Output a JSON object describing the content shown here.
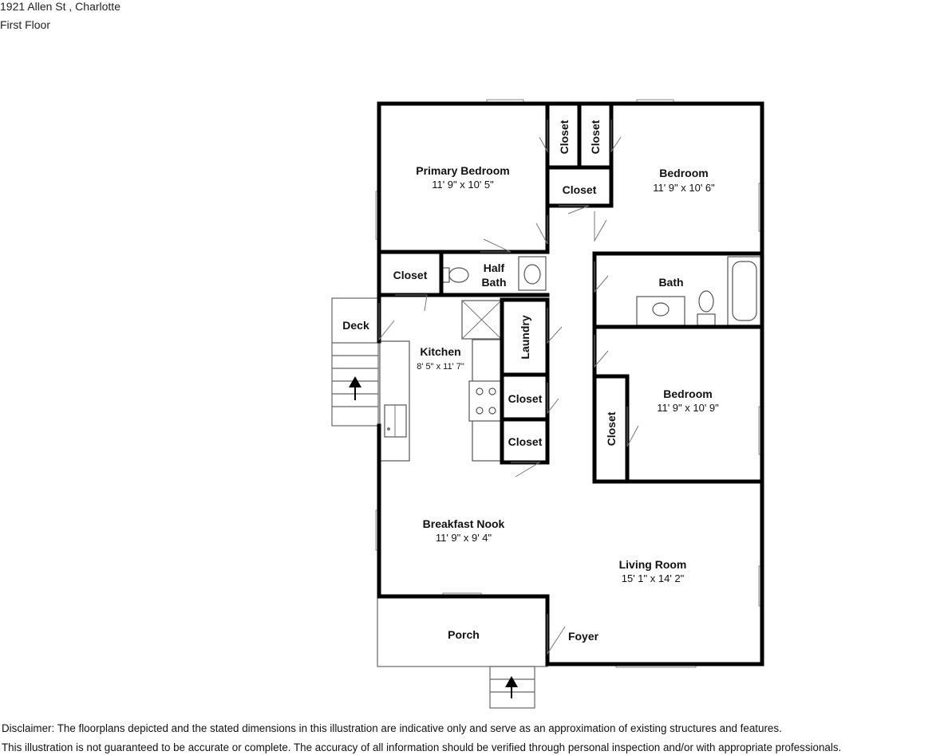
{
  "header": {
    "address": "1921 Allen St , Charlotte",
    "floor": "First Floor"
  },
  "rooms": {
    "primary_bedroom": {
      "name": "Primary Bedroom",
      "dims": "11' 9\" x 10' 5\""
    },
    "bedroom_1": {
      "name": "Bedroom",
      "dims": "11' 9\" x 10' 6\""
    },
    "bedroom_2": {
      "name": "Bedroom",
      "dims": "11' 9\" x 10' 9\""
    },
    "kitchen": {
      "name": "Kitchen",
      "dims": "8' 5\" x 11' 7\""
    },
    "breakfast_nook": {
      "name": "Breakfast Nook",
      "dims": "11' 9\" x 9' 4\""
    },
    "living_room": {
      "name": "Living Room",
      "dims": "15' 1\" x 14' 2\""
    },
    "bath": {
      "name": "Bath"
    },
    "half_bath_line1": "Half",
    "half_bath_line2": "Bath",
    "laundry": {
      "name": "Laundry"
    },
    "deck": {
      "name": "Deck"
    },
    "porch": {
      "name": "Porch"
    },
    "foyer": {
      "name": "Foyer"
    },
    "closet_label": "Closet"
  },
  "disclaimer": {
    "line1": "Disclaimer: The floorplans depicted and the stated dimensions in this illustration are indicative only and serve as an approximation of existing structures and features.",
    "line2": "This illustration is not guaranteed to be accurate or complete. The accuracy of all information should be verified through personal inspection and/or with appropriate professionals."
  }
}
